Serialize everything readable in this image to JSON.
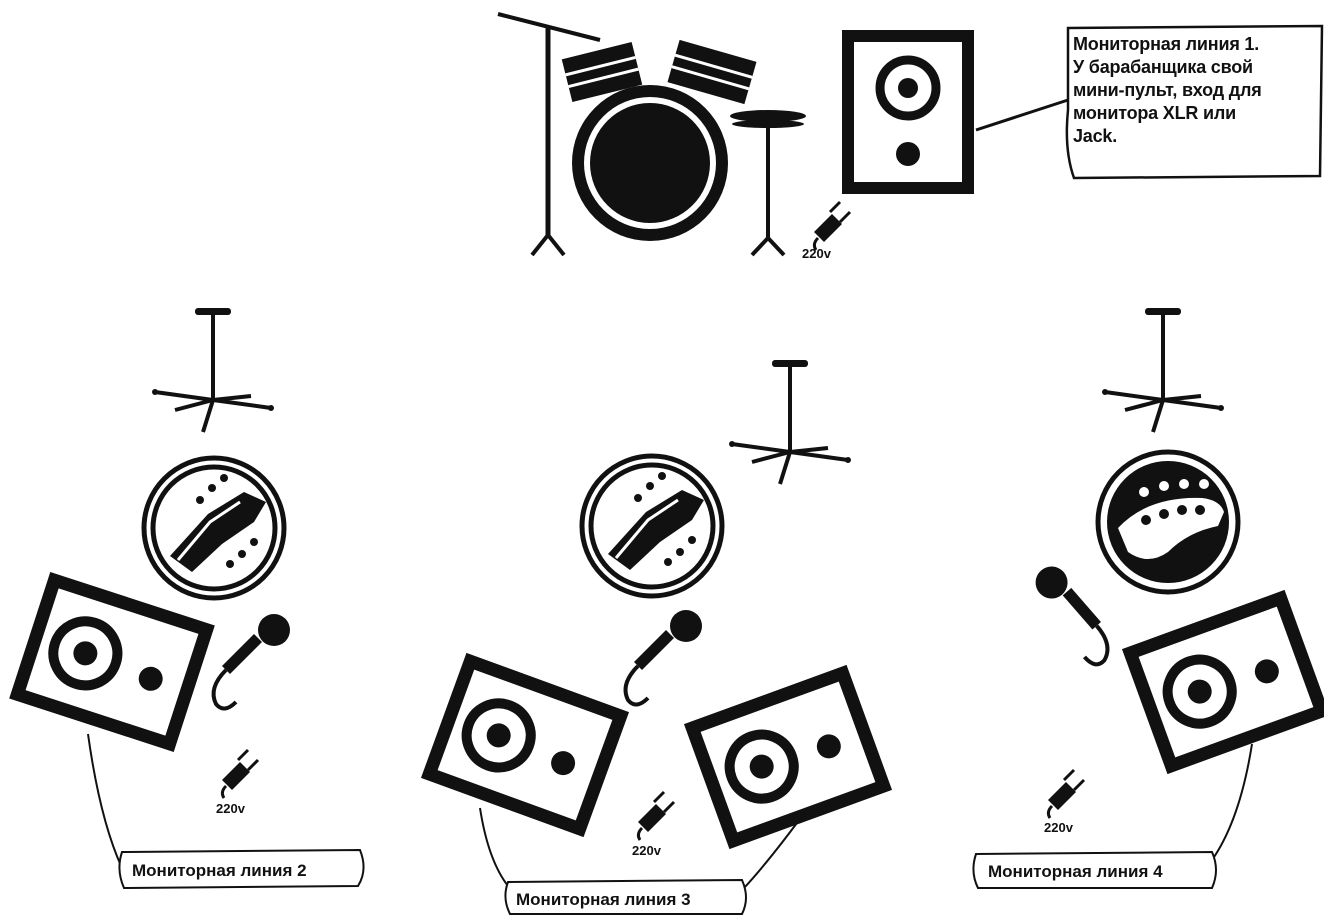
{
  "callout": {
    "lines": [
      "Мониторная линия 1.",
      "У барабанщика свой",
      "мини-пульт, вход для",
      "монитора XLR или",
      "Jack."
    ]
  },
  "power_label": "220v",
  "labels": {
    "line2": "Мониторная линия 2",
    "line3": "Мониторная линия 3",
    "line4": "Мониторная линия 4"
  },
  "icons": {
    "drum_kit": "drum-kit-icon",
    "monitor": "monitor-speaker-icon",
    "guitar_stand": "guitar-stand-icon",
    "guitar_amp": "guitar-headstock-icon",
    "bass_amp": "bass-headstock-icon",
    "microphone": "microphone-icon",
    "power_plug": "power-plug-icon"
  },
  "colors": {
    "ink": "#111111",
    "paper": "#ffffff"
  }
}
